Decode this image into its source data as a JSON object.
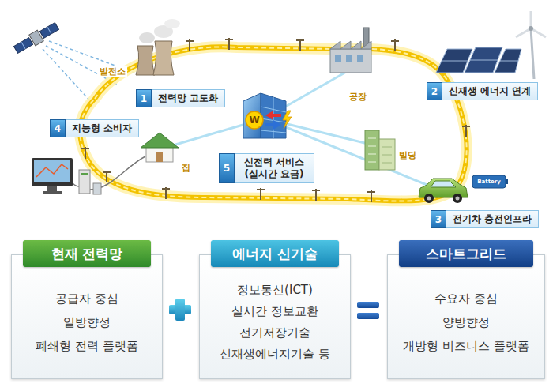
{
  "diagram": {
    "nodes": [
      {
        "text": [
          "1",
          "전력망 고도화"
        ]
      },
      {
        "text": [
          "2",
          "신재생 에너지 연계"
        ]
      },
      {
        "text": [
          "4",
          "지능형 소비자"
        ]
      },
      {
        "text": [
          "5",
          "신전력 서비스 (실시간 요금)"
        ]
      },
      {
        "text": [
          "3",
          "전기차 충전인프라"
        ]
      },
      {
        "text": [
          "현재 전력망",
          "공급자 중심",
          "일방향성",
          "폐쇄형 전력 플랫폼"
        ]
      },
      {
        "text": [
          "에너지 신기술",
          "정보통신(ICT)",
          "실시간 정보교환",
          "전기저장기술",
          "신재생에너지기술 등"
        ]
      },
      {
        "text": [
          "스마트그리드",
          "수요자 중심",
          "양방향성",
          "개방형 비즈니스 플랫폼"
        ]
      }
    ],
    "labels": [
      "발전소",
      "공장",
      "집",
      "빌딩",
      "W",
      "Battery"
    ]
  }
}
